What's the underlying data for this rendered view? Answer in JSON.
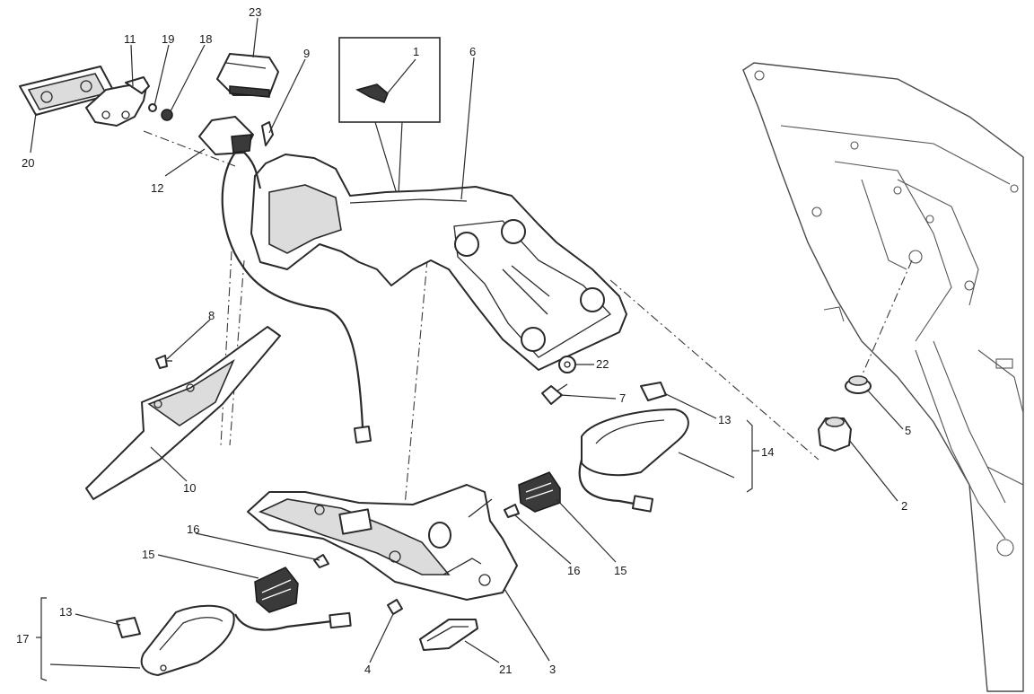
{
  "diagram": {
    "callouts": {
      "c1": "1",
      "c2": "2",
      "c3": "3",
      "c4": "4",
      "c5": "5",
      "c6": "6",
      "c7": "7",
      "c8": "8",
      "c9": "9",
      "c10": "10",
      "c11": "11",
      "c12": "12",
      "c13a": "13",
      "c13b": "13",
      "c14": "14",
      "c15a": "15",
      "c15b": "15",
      "c16a": "16",
      "c16b": "16",
      "c17": "17",
      "c18": "18",
      "c19": "19",
      "c20": "20",
      "c21": "21",
      "c22": "22",
      "c23": "23"
    }
  }
}
